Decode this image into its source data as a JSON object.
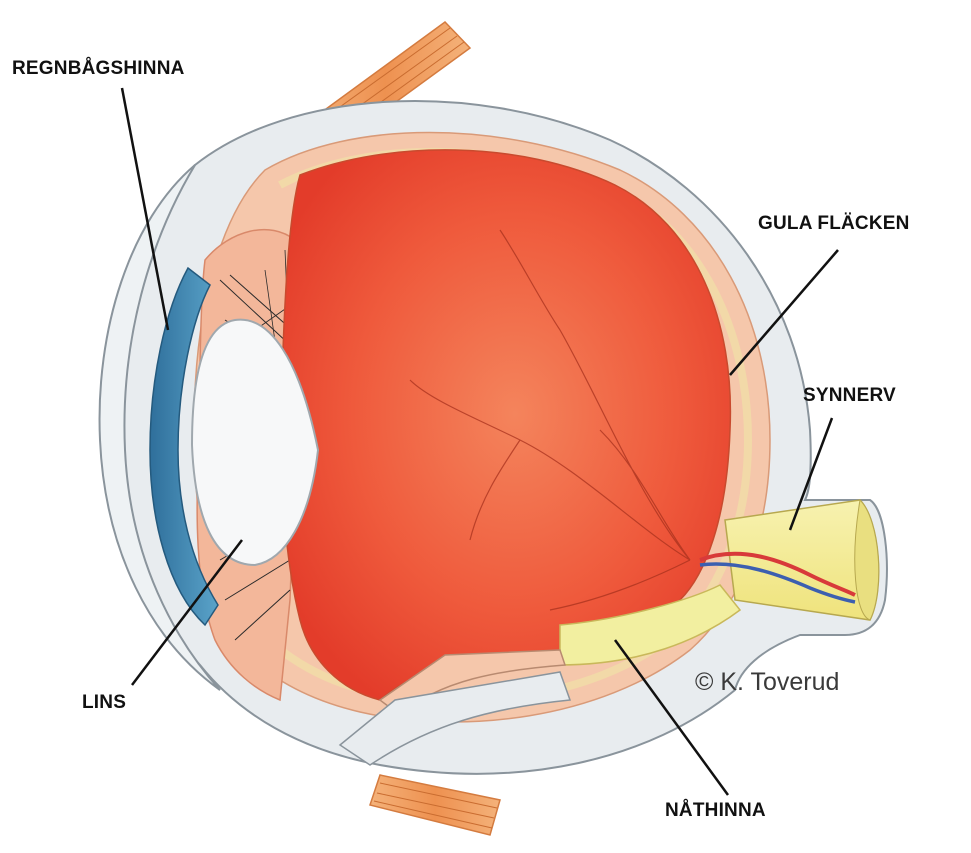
{
  "labels": {
    "iris": "REGNBÅGSHINNA",
    "macula": "GULA FLÄCKEN",
    "optic_nerve": "SYNNERV",
    "lens": "LINS",
    "retina": "NÅTHINNA"
  },
  "credit": "© K. Toverud",
  "colors": {
    "sclera": "#e8ecef",
    "retina_edge": "#f2d9a8",
    "interior": "#ef5a3c",
    "iris": "#3f86b0",
    "lens": "#f7f8f9",
    "nerve": "#f4ef9c",
    "muscle": "#f0a064",
    "vessel_red": "#d83a3a",
    "vessel_blue": "#3c5fb0",
    "leader_line": "#111111"
  },
  "icons": {
    "eye": "eye-cross-section-illustration"
  }
}
